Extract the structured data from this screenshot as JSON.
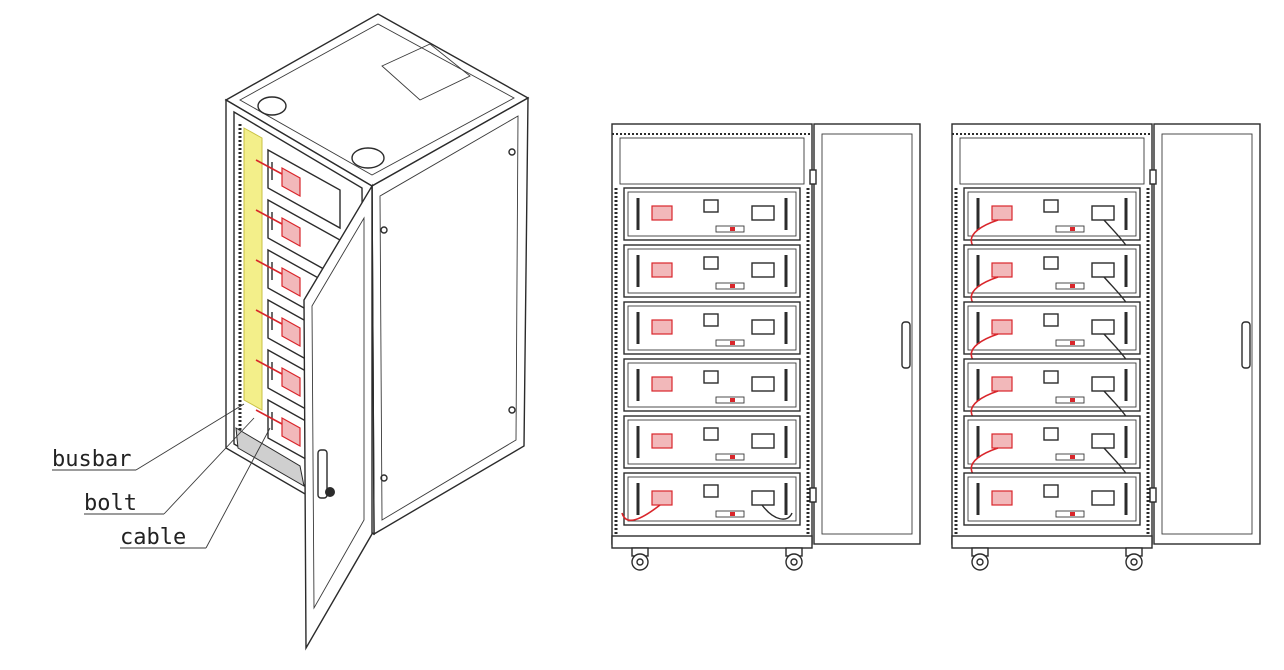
{
  "labels": {
    "busbar": "busbar",
    "bolt": "bolt",
    "cable": "cable"
  },
  "colors": {
    "line": "#2b2b2b",
    "highlight_red": "#d9262b",
    "busbar_yellow": "#f3ef8a"
  },
  "views": {
    "left": {
      "modules": 6
    },
    "right": {
      "modules": 6
    }
  }
}
